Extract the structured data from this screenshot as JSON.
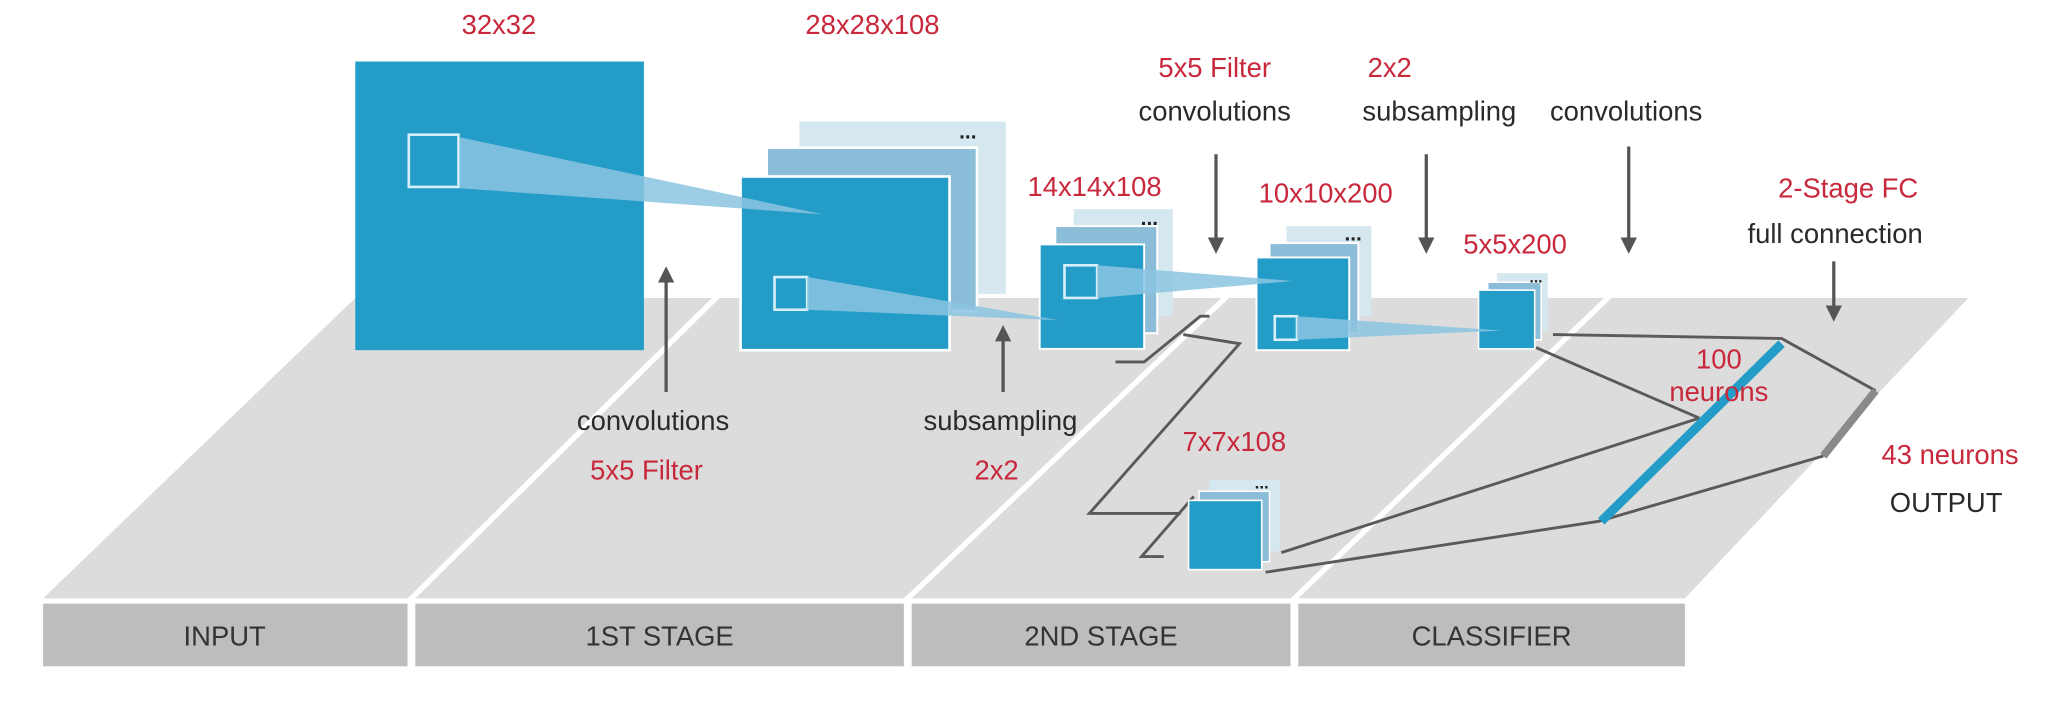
{
  "stages": {
    "input": "INPUT",
    "first": "1ST STAGE",
    "second": "2ND STAGE",
    "classifier": "CLASSIFIER"
  },
  "maps": {
    "input_size": "32x32",
    "c1_size": "28x28x108",
    "s1_size": "14x14x108",
    "c2_size": "10x10x200",
    "s2_size": "5x5x200",
    "branch_size": "7x7x108",
    "ellipsis": "..."
  },
  "annotations": {
    "conv1_label": "convolutions",
    "conv1_filter": "5x5 Filter",
    "sub1_label": "subsampling",
    "sub1_size": "2x2",
    "conv2_filter": "5x5 Filter",
    "conv2_label": "convolutions",
    "sub2_size": "2x2",
    "sub2_label": "subsampling",
    "conv3_label": "convolutions",
    "fc_title": "2-Stage FC",
    "fc_label": "full connection",
    "hidden_count": "100",
    "hidden_unit": "neurons",
    "output_count": "43 neurons",
    "output_label": "OUTPUT"
  },
  "colors": {
    "accent_red": "#c8283c",
    "map_blue": "#239dc8",
    "floor_gray": "#dcdcdc",
    "bar_gray": "#bdbdbd"
  }
}
